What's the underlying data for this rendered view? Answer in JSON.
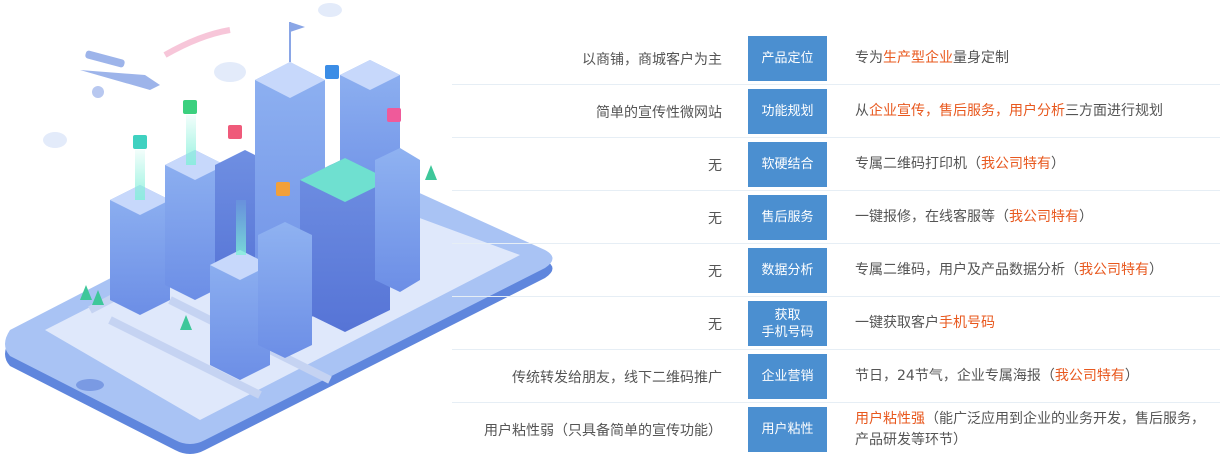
{
  "rows": [
    {
      "left": "以商铺，商城客户为主",
      "label": "产品定位",
      "right": [
        {
          "t": "专为"
        },
        {
          "t": "生产型企业",
          "hl": true
        },
        {
          "t": "量身定制"
        }
      ]
    },
    {
      "left": "简单的宣传性微网站",
      "label": "功能规划",
      "right": [
        {
          "t": "从"
        },
        {
          "t": "企业宣传，售后服务，用户分析",
          "hl": true
        },
        {
          "t": "三方面进行规划"
        }
      ]
    },
    {
      "left": "无",
      "label": "软硬结合",
      "right": [
        {
          "t": "专属二维码打印机（"
        },
        {
          "t": "我公司特有",
          "hl": true
        },
        {
          "t": "）"
        }
      ]
    },
    {
      "left": "无",
      "label": "售后服务",
      "right": [
        {
          "t": "一键报修，在线客服等（"
        },
        {
          "t": "我公司特有",
          "hl": true
        },
        {
          "t": "）"
        }
      ]
    },
    {
      "left": "无",
      "label": "数据分析",
      "right": [
        {
          "t": "专属二维码，用户及产品数据分析（"
        },
        {
          "t": "我公司特有",
          "hl": true
        },
        {
          "t": "）"
        }
      ]
    },
    {
      "left": "无",
      "label": "获取\n手机号码",
      "right": [
        {
          "t": "一键获取客户"
        },
        {
          "t": "手机号码",
          "hl": true
        }
      ]
    },
    {
      "left": "传统转发给朋友，线下二维码推广",
      "label": "企业营销",
      "right": [
        {
          "t": "节日，24节气，企业专属海报（"
        },
        {
          "t": "我公司特有",
          "hl": true
        },
        {
          "t": "）"
        }
      ]
    },
    {
      "left": "用户粘性弱（只具备简单的宣传功能）",
      "label": "用户粘性",
      "right": [
        {
          "t": "用户粘性强",
          "hl": true
        },
        {
          "t": "（能广泛应用到企业的业务开发，售后服务，产品研发等环节）"
        }
      ]
    }
  ],
  "colors": {
    "accent": "#4b8fd0",
    "highlight": "#e8581e"
  }
}
